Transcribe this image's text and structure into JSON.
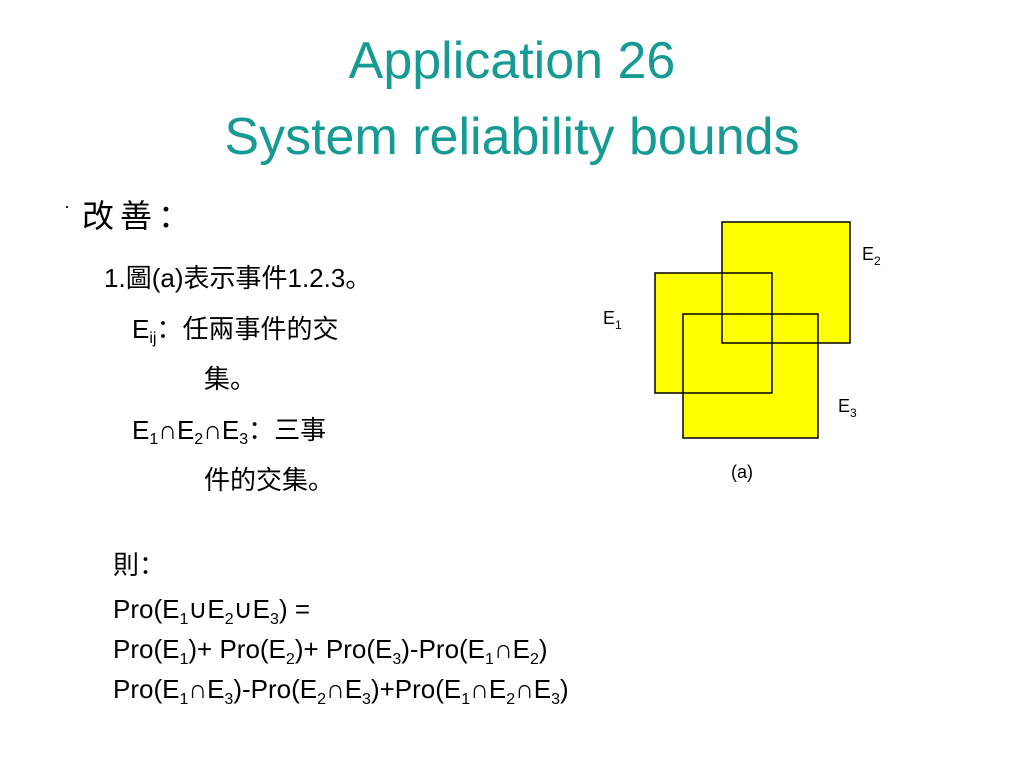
{
  "title": {
    "line1": "Application 26",
    "line2": "System reliability bounds"
  },
  "heading": "改善：",
  "item1": {
    "num": "1.",
    "fig_prefix": "圖",
    "fig_ref": "(a)",
    "text": "表示事件",
    "nums": "1.2.3",
    "end": "。"
  },
  "eij": {
    "base": "E",
    "sub": "ij",
    "desc_line1": "：任兩事件的交",
    "desc_line2": "集。"
  },
  "triple": {
    "e": "E",
    "s1": "1",
    "s2": "2",
    "s3": "3",
    "cap": "∩",
    "desc_line1": "：三事",
    "desc_line2": "件的交集。"
  },
  "then_label": "則：",
  "formula": {
    "line1": "Pro(E₁∪E₂∪E₃) =",
    "line2": "Pro(E₁)+ Pro(E₂)+ Pro(E₃)-Pro(E₁∩E₂)",
    "line3": "Pro(E₁∩E₃)-Pro(E₂∩E₃)+Pro(E₁∩E₂∩E₃)"
  },
  "diagram": {
    "fill": "#ffff00",
    "stroke": "#000000",
    "label_e1": "E",
    "label_e1_sub": "1",
    "label_e2": "E",
    "label_e2_sub": "2",
    "label_e3": "E",
    "label_e3_sub": "3",
    "caption": "(a)"
  }
}
